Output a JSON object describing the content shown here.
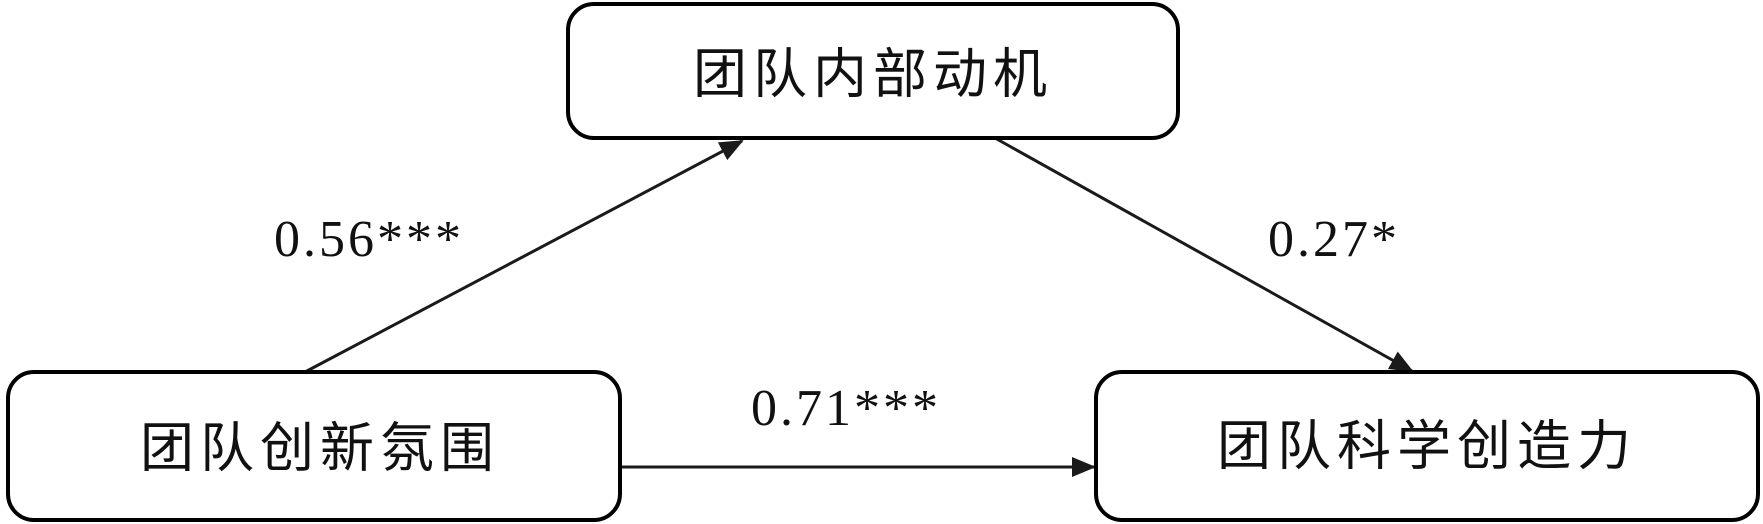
{
  "nodes": {
    "mediator": {
      "label": "团队内部动机"
    },
    "independent": {
      "label": "团队创新氛围"
    },
    "dependent": {
      "label": "团队科学创造力"
    }
  },
  "paths": {
    "a": {
      "label": "0.56***"
    },
    "b": {
      "label": "0.27*"
    },
    "c": {
      "label": "0.71***"
    }
  },
  "colors": {
    "stroke": "#000000",
    "text": "#111111"
  }
}
